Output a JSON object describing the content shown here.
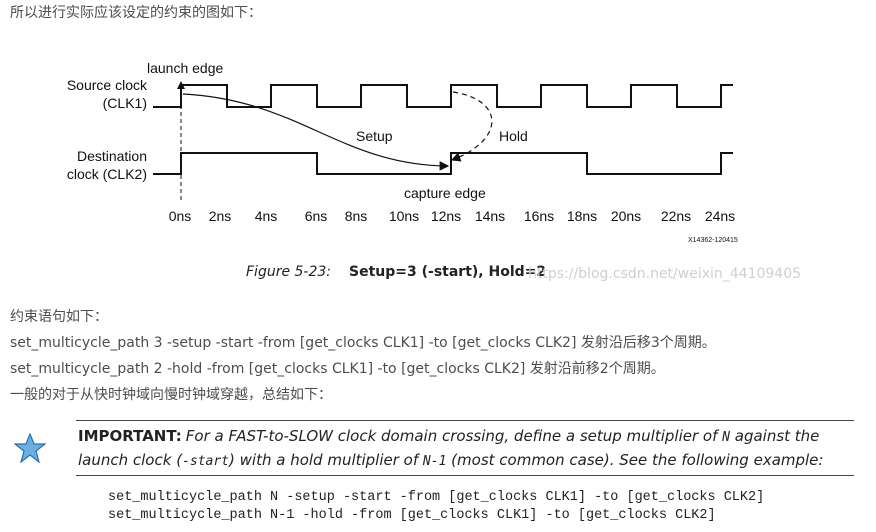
{
  "intro": "所以进行实际应该设定的约束的图如下：",
  "figure": {
    "launch_edge": "launch edge",
    "source_clock_l1": "Source clock",
    "source_clock_l2": "(CLK1)",
    "dest_clock_l1": "Destination",
    "dest_clock_l2": "clock (CLK2)",
    "setup": "Setup",
    "hold": "Hold",
    "capture_edge": "capture edge",
    "ticks": [
      "0ns",
      "2ns",
      "4ns",
      "6ns",
      "8ns",
      "10ns",
      "12ns",
      "14ns",
      "16ns",
      "18ns",
      "20ns",
      "22ns",
      "24ns"
    ],
    "figure_id": "X14362-120415",
    "caption_num": "Figure 5-23:",
    "caption_text": "Setup=3 (-start), Hold=2",
    "watermark": "https://blog.csdn.net/weixin_44109405"
  },
  "p_constraint": "约束语句如下：",
  "p_setup": "set_multicycle_path 3 -setup -start -from [get_clocks CLK1] -to [get_clocks CLK2] 发射沿后移3个周期。",
  "p_hold": "set_multicycle_path 2 -hold -from [get_clocks CLK1] -to [get_clocks CLK2] 发射沿前移2个周期。",
  "p_summary": "一般的对于从快时钟域向慢时钟域穿越，总结如下：",
  "important": {
    "label": "IMPORTANT:",
    "t1": "For a FAST-to-SLOW clock domain crossing, define a setup multiplier of ",
    "m1": "N",
    "t2": " against the launch clock (",
    "m2": "-start",
    "t3": ") with a hold multiplier of ",
    "m3": "N-1",
    "t4": " (most common case). See the following example:"
  },
  "code": [
    "set_multicycle_path N -setup -start -from [get_clocks CLK1] -to [get_clocks CLK2]",
    "set_multicycle_path N-1 -hold -from [get_clocks CLK1] -to [get_clocks CLK2]"
  ]
}
